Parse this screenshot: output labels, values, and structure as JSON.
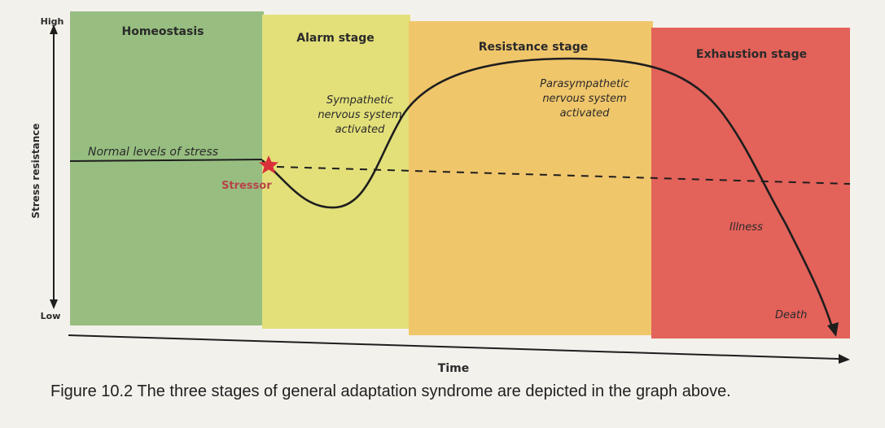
{
  "axes": {
    "y_high": "High",
    "y_low": "Low",
    "y_label": "Stress resistance",
    "x_label": "Time"
  },
  "stages": [
    {
      "label": "Homeostasis",
      "color": "#97be80"
    },
    {
      "label": "Alarm stage",
      "color": "#e3e07a"
    },
    {
      "label": "Resistance stage",
      "color": "#f0c66b"
    },
    {
      "label": "Exhaustion stage",
      "color": "#e3625a"
    }
  ],
  "annotations": {
    "normal": "Normal levels of stress",
    "stressor": "Stressor",
    "sympathetic": [
      "Sympathetic",
      "nervous system",
      "activated"
    ],
    "parasympathetic": [
      "Parasympathetic",
      "nervous system",
      "activated"
    ],
    "illness": "Illness",
    "death": "Death"
  },
  "colors": {
    "curve": "#1e1e1e",
    "star": "#d9303a",
    "stressor_text": "#b8434a",
    "text": "#2a2a2a"
  },
  "caption": "Figure 10.2 The three stages of general adaptation syndrome are depicted in the graph above."
}
